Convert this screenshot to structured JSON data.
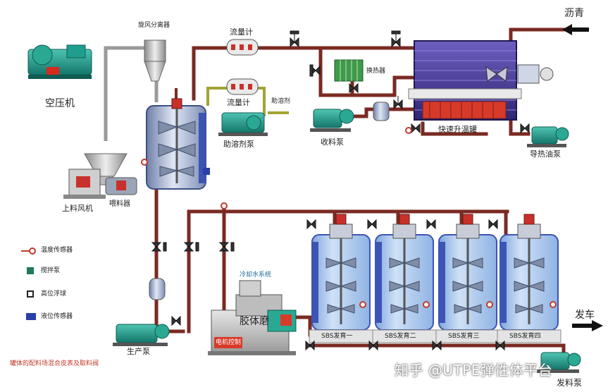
{
  "equipment": {
    "air_compressor": "空压机",
    "cyclone_separator": "旋风分离器",
    "flow_meter_top": "流量计",
    "flow_meter_mid": "流量计",
    "heat_exchanger": "换热器",
    "asphalt": "沥青",
    "additive": "助溶剂",
    "additive_pump": "助溶剂泵",
    "receiving_pump": "收料泵",
    "fast_heating_tank": "快速升温罐",
    "heat_oil_pump": "导热油泵",
    "feeding_blower": "上料风机",
    "feeder": "喂料器",
    "production_pump": "生产泵",
    "colloid_mill": "胶体磨",
    "colloid_mill_plate": "胶体磨",
    "mill_top_label": "冷却水系统",
    "mill_base_label": "电机控制",
    "sbs_tanks": [
      "SBS发育一",
      "SBS发育二",
      "SBS发育三",
      "SBS发育四"
    ],
    "dispatch": "发车",
    "delivery_pump": "发料泵"
  },
  "legend": {
    "items": [
      "温度传感器",
      "搅拌泵",
      "高位浮球",
      "液位传感器"
    ],
    "note": "罐体的配料场混合皮表及取料阀"
  },
  "watermark": "知乎 @UTPE弹性体平台",
  "colors": {
    "pipe": "#7a2a22",
    "pipe_gray": "#9a9a9a",
    "pipe_olive": "#9c9c2e",
    "tank_blue": "#a9c8ef",
    "tank_edge": "#3d54b5",
    "equipment_teal": "#1f9e8d",
    "heater_purple": "#4a3a9a",
    "flange_red": "#d83a2a"
  }
}
